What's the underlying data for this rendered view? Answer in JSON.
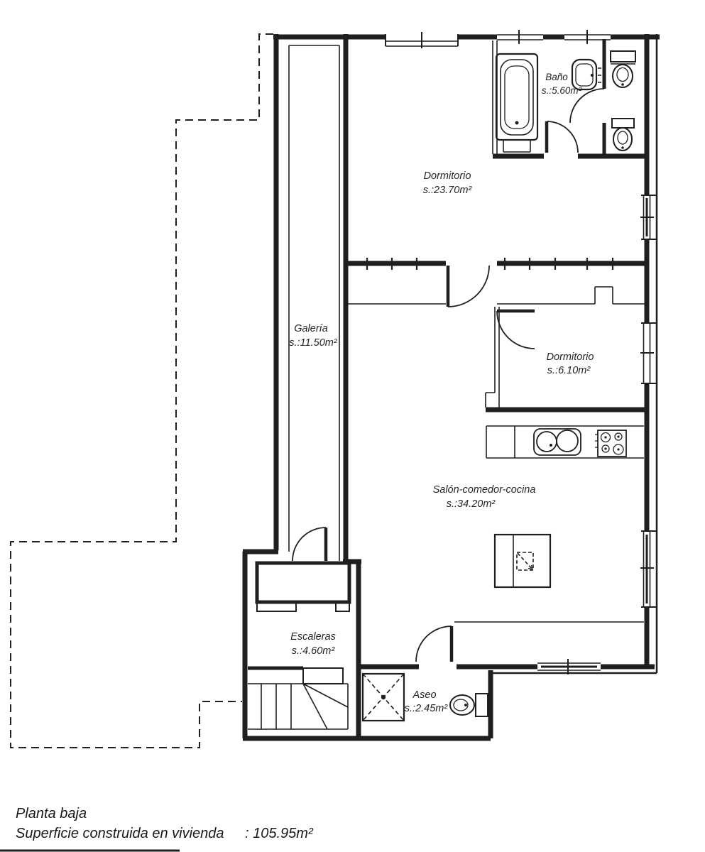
{
  "rooms": {
    "bano": {
      "name": "Baño",
      "area": "s.:5.60m²"
    },
    "dormitorio1": {
      "name": "Dormitorio",
      "area": "s.:23.70m²"
    },
    "galeria": {
      "name": "Galería",
      "area": "s.:11.50m²"
    },
    "dormitorio2": {
      "name": "Dormitorio",
      "area": "s.:6.10m²"
    },
    "salon": {
      "name": "Salón-comedor-cocina",
      "area": "s.:34.20m²"
    },
    "escaleras": {
      "name": "Escaleras",
      "area": "s.:4.60m²"
    },
    "aseo": {
      "name": "Aseo",
      "area": "s.:2.45m²"
    }
  },
  "footer": {
    "floor_label": "Planta baja",
    "surface_label": "Superficie construida en vivienda",
    "surface_value": ": 105.95m²"
  },
  "colors": {
    "line": "#1f1f1f",
    "background": "#ffffff"
  }
}
